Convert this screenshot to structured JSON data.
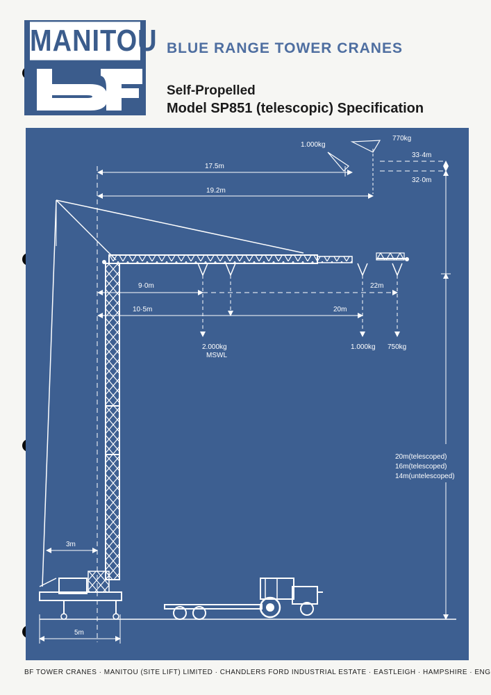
{
  "logo": {
    "brand": "MANITOU"
  },
  "header": {
    "title": "BLUE RANGE TOWER CRANES",
    "subtitle_line1": "Self-Propelled",
    "subtitle_line2": "Model SP851 (telescopic)  Specification"
  },
  "diagram": {
    "load_1000_top": "1.000kg",
    "load_770": "770kg",
    "dim_33_4": "33·4m",
    "dim_32_0": "32·0m",
    "dim_17_5": "17.5m",
    "dim_19_2": "19.2m",
    "dim_9_0": "9·0m",
    "dim_22": "22m",
    "dim_10_5": "10·5m",
    "dim_20": "20m",
    "load_2000": "2.000kg",
    "mswl": "MSWL",
    "load_1000": "1.000kg",
    "load_750": "750kg",
    "height_1": "20m(telescoped)",
    "height_2": "16m(telescoped)",
    "height_3": "14m(untelescoped)",
    "dim_3m": "3m",
    "dim_5m": "5m"
  },
  "footer": {
    "text": "BF TOWER CRANES  ·  MANITOU (SITE LIFT) LIMITED  ·  CHANDLERS FORD INDUSTRIAL ESTATE  ·  EASTLEIGH  ·  HAMPSHIRE  ·  ENGLAND"
  },
  "colors": {
    "blueprint": "#3d5f91",
    "title_blue": "#4e6ea0",
    "logo_blue": "#3b5c8c"
  }
}
